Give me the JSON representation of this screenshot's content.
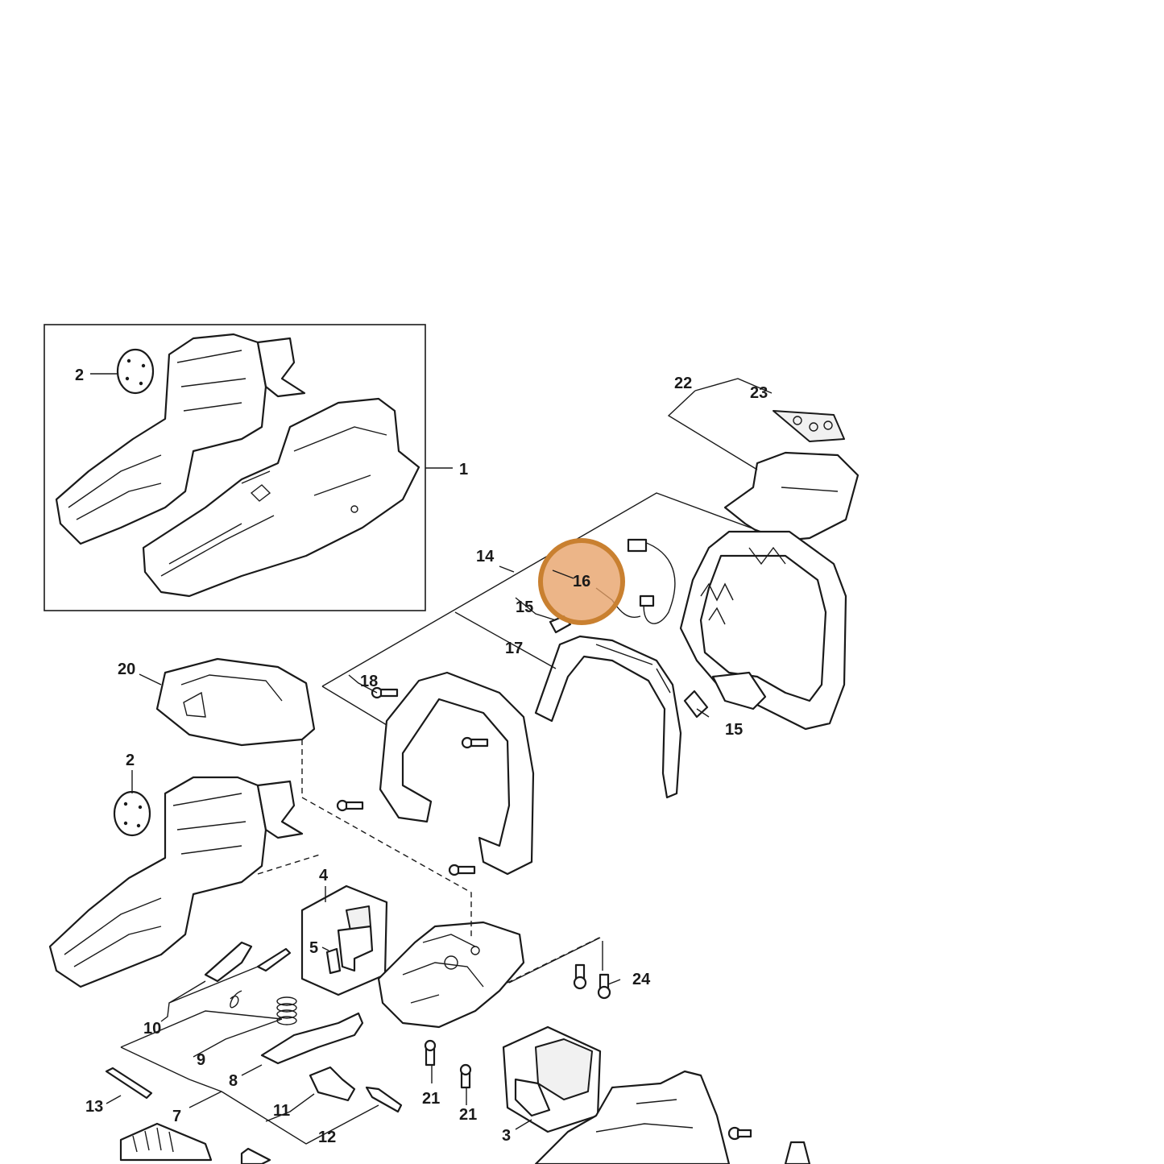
{
  "diagram": {
    "callouts": [
      "1",
      "2",
      "2",
      "3",
      "4",
      "5",
      "7",
      "8",
      "9",
      "10",
      "11",
      "12",
      "13",
      "14",
      "15",
      "15",
      "16",
      "17",
      "18",
      "20",
      "21",
      "21",
      "22",
      "23",
      "24"
    ],
    "highlight": {
      "label": "16",
      "fill_color": "#e7a066",
      "ring_color": "#c98030"
    }
  }
}
